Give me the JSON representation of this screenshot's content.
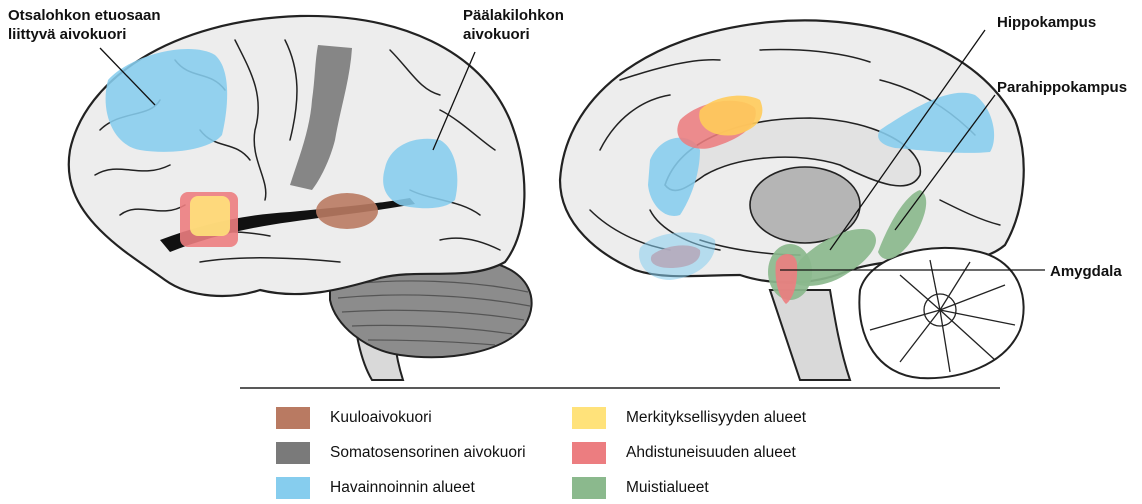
{
  "labels": {
    "frontal": [
      "Otsalohkon etuosaan",
      "liittyvä aivokuori"
    ],
    "parietal": [
      "Päälakilohkon",
      "aivokuori"
    ],
    "hippocampus": "Hippokampus",
    "parahippocampus": "Parahippokampus",
    "amygdala": "Amygdala"
  },
  "legend": [
    {
      "label": "Kuuloaivokuori",
      "color": "#B97A62"
    },
    {
      "label": "Somatosensorinen aivokuori",
      "color": "#7A7A7A"
    },
    {
      "label": "Havainnoinnin alueet",
      "color": "#86CDEE"
    },
    {
      "label": "Merkityksellisyyden alueet",
      "color": "#FFE27A"
    },
    {
      "label": "Ahdistuneisuuden alueet",
      "color": "#EC7D80"
    },
    {
      "label": "Muistialueet",
      "color": "#8BB98D"
    }
  ],
  "colors": {
    "brain_fill": "#EDEDED",
    "outline": "#222222",
    "cerebellum": "#8C8C8C"
  }
}
